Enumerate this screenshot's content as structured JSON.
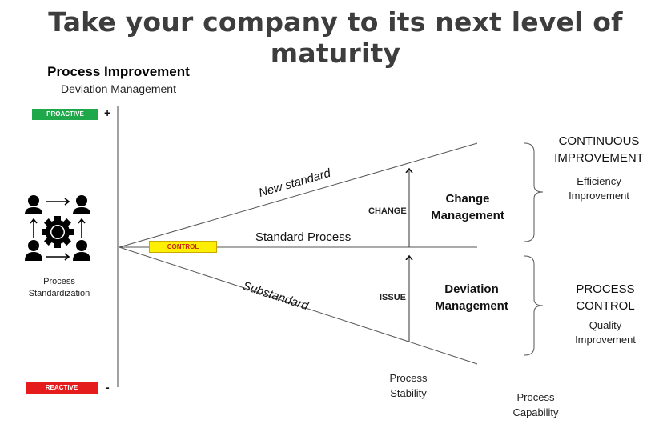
{
  "title": "Take your company to its next level of maturity",
  "left_panel": {
    "heading": "Process Improvement",
    "subheading": "Deviation Management",
    "proactive_label": "PROACTIVE",
    "proactive_sign": "+",
    "reactive_label": "REACTIVE",
    "reactive_sign": "-",
    "icon": "process-standardization-icon",
    "icon_caption_line1": "Process",
    "icon_caption_line2": "Standardization",
    "colors": {
      "proactive": "#1fa84a",
      "reactive": "#e41c1c",
      "control": "#ffef00",
      "control_text": "#c42a1a"
    }
  },
  "diagram": {
    "control_label": "CONTROL",
    "lines": {
      "upper": "New standard",
      "middle": "Standard Process",
      "lower": "Substandard"
    },
    "arrows": {
      "up_upper": "CHANGE",
      "up_lower": "ISSUE"
    },
    "change_management_line1": "Change",
    "change_management_line2": "Management",
    "deviation_management_line1": "Deviation",
    "deviation_management_line2": "Management",
    "process_stability_line1": "Process",
    "process_stability_line2": "Stability",
    "process_capability_line1": "Process",
    "process_capability_line2": "Capability"
  },
  "right_panel": {
    "continuous_improvement_line1": "CONTINUOUS",
    "continuous_improvement_line2": "IMPROVEMENT",
    "efficiency_line1": "Efficiency",
    "efficiency_line2": "Improvement",
    "process_control_line1": "PROCESS",
    "process_control_line2": "CONTROL",
    "quality_line1": "Quality",
    "quality_line2": "Improvement"
  }
}
